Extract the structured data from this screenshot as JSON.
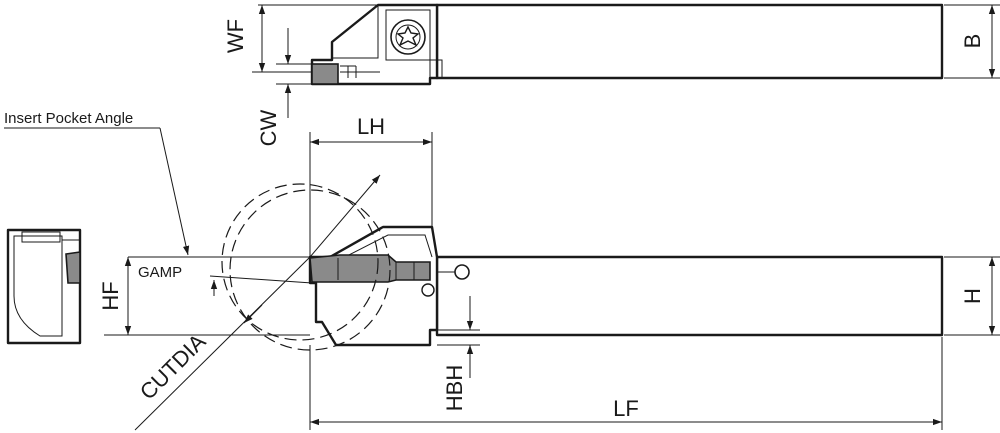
{
  "labels": {
    "wf": "WF",
    "b": "B",
    "cw": "CW",
    "lh": "LH",
    "insert_pocket_angle": "Insert Pocket Angle",
    "gamp": "GAMP",
    "hf": "HF",
    "h": "H",
    "cutdia": "CUTDIA",
    "hbh": "HBH",
    "lf": "LF"
  },
  "colors": {
    "line": "#1a1a1a",
    "insert": "#8a8a8a",
    "background": "#ffffff"
  }
}
